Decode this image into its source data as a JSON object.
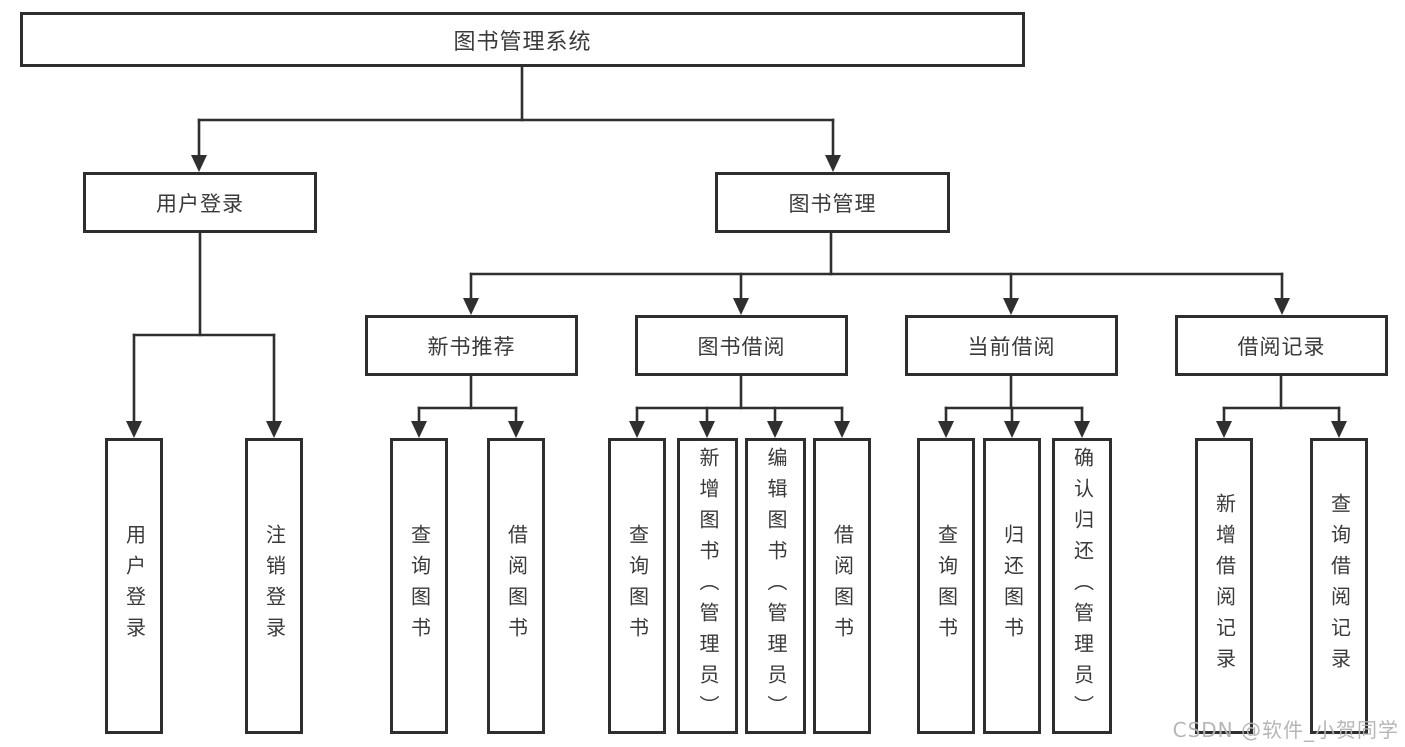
{
  "diagram": {
    "root": "图书管理系统",
    "user_login": {
      "label": "用户登录",
      "children": [
        "用户登录",
        "注销登录"
      ]
    },
    "book_mgmt": {
      "label": "图书管理",
      "new_book_rec": {
        "label": "新书推荐",
        "children": [
          "查询图书",
          "借阅图书"
        ]
      },
      "book_borrow": {
        "label": "图书借阅",
        "children": [
          "查询图书",
          "新增图书（管理员）",
          "编辑图书（管理员）",
          "借阅图书"
        ]
      },
      "current_borrow": {
        "label": "当前借阅",
        "children": [
          "查询图书",
          "归还图书",
          "确认归还（管理员）"
        ]
      },
      "borrow_record": {
        "label": "借阅记录",
        "children": [
          "新增借阅记录",
          "查询借阅记录"
        ]
      }
    }
  },
  "watermark": "CSDN @软件_小贺同学",
  "colors": {
    "line": "#2f2f2f",
    "border": "#2e2e2e",
    "text": "#3a3a3a",
    "watermark": "#b3b3b3",
    "background": "#ffffff"
  }
}
